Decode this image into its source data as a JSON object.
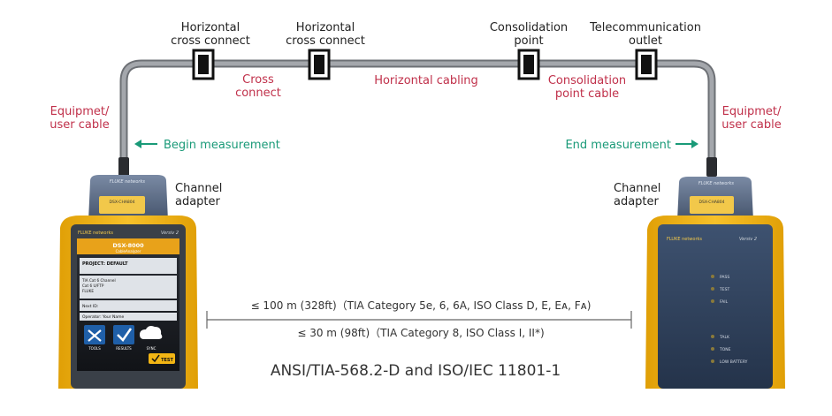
{
  "labels": {
    "horizontal_cross_connect_1": [
      "Horizontal",
      "cross connect"
    ],
    "horizontal_cross_connect_2": [
      "Horizontal",
      "cross connect"
    ],
    "consolidation_point": [
      "Consolidation",
      "point"
    ],
    "telecommunication_outlet": [
      "Telecommunication",
      "outlet"
    ],
    "cross_connect": [
      "Cross",
      "connect"
    ],
    "horizontal_cabling": "Horizontal cabling",
    "consolidation_point_cable": [
      "Consolidation",
      "point cable"
    ],
    "equipment_user_cable_left": [
      "Equipmet/",
      "user cable"
    ],
    "equipment_user_cable_right": [
      "Equipmet/",
      "user cable"
    ],
    "begin_measurement": "Begin measurement",
    "end_measurement": "End measurement",
    "channel_adapter_left": [
      "Channel",
      "adapter"
    ],
    "channel_adapter_right": [
      "Channel",
      "adapter"
    ],
    "limit_100m": "≤ 100 m (328ft)（TIA Category 5e, 6, 6A, ISO Class D, E, Eᴀ, Fᴀ)",
    "limit_30m": "≤ 30 m (98ft)（TIA Category 8, ISO Class I, II*)",
    "standard": "ANSI/TIA-568.2-D and ISO/IEC 11801-1"
  },
  "device_left": {
    "brand": "FLUKE networks",
    "model": "DSX-8000",
    "submodel": "CableAnalyzer",
    "version": "Versiv 2",
    "screen": {
      "project": "PROJECT: DEFAULT",
      "test_setup": [
        "TIA Cat 6 Channel",
        "Cat 6 U/FTP",
        "FLUKE"
      ],
      "next_id": "Next ID:",
      "operator": "Operator: Your Name",
      "buttons": [
        "TOOLS",
        "RESULTS",
        "SYNC"
      ],
      "test_button": "TEST"
    },
    "adapter_label": "DSX-CHA804"
  },
  "device_right": {
    "brand": "FLUKE networks",
    "version": "Versiv 2",
    "indicators": [
      "PASS",
      "TEST",
      "FAIL",
      "TALK",
      "TONE",
      "LOW BATTERY"
    ],
    "adapter_label": "DSX-CHA804"
  },
  "colors": {
    "red_label": "#c0304a",
    "green_label": "#1a9a78",
    "cable": "#8e9196",
    "device_yellow": "#f2b514",
    "adapter_blue": "#5a6e8a"
  }
}
